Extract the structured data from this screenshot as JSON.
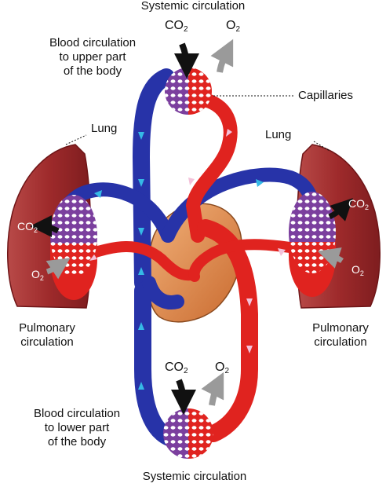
{
  "labels": {
    "systemic_top": "Systemic circulation",
    "systemic_bottom": "Systemic circulation",
    "upper_body": [
      "Blood circulation",
      "to upper part",
      "of the body"
    ],
    "lower_body": [
      "Blood circulation",
      "to lower part",
      "of the body"
    ],
    "capillaries": "Capillaries",
    "lung_left": "Lung",
    "lung_right": "Lung",
    "pulmonary_left": [
      "Pulmonary",
      "circulation"
    ],
    "pulmonary_right": [
      "Pulmonary",
      "circulation"
    ]
  },
  "gases": {
    "co2": {
      "symbol": "CO",
      "subscript": "2"
    },
    "o2": {
      "symbol": "O",
      "subscript": "2"
    }
  },
  "colors": {
    "deoxygenated": "#2733a8",
    "oxygenated": "#e0231f",
    "capillary_exchange": "#7b3f9e",
    "lung": "#9e2a2b",
    "heart": "#d9874a",
    "arrow_co2": "#111111",
    "arrow_o2": "#9a9a9a"
  }
}
